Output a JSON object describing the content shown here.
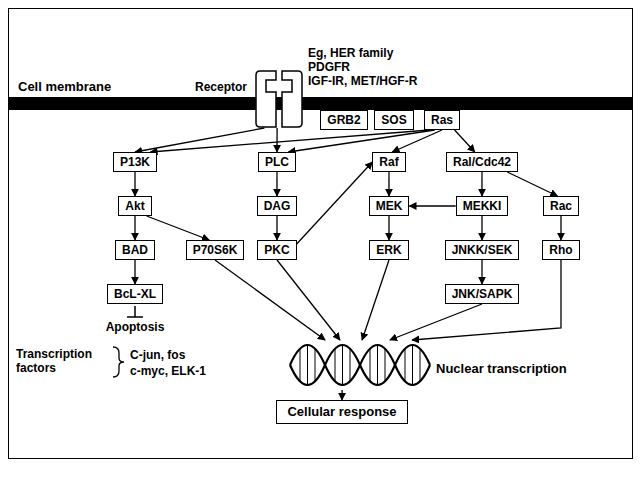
{
  "diagram": {
    "nodes": [
      {
        "text": [
          "Receptor"
        ]
      },
      {
        "text": [
          "GRB2"
        ]
      },
      {
        "text": [
          "SOS"
        ]
      },
      {
        "text": [
          "Ras"
        ]
      },
      {
        "text": [
          "P13K"
        ]
      },
      {
        "text": [
          "PLC"
        ]
      },
      {
        "text": [
          "Raf"
        ]
      },
      {
        "text": [
          "Ral/Cdc42"
        ]
      },
      {
        "text": [
          "Akt"
        ]
      },
      {
        "text": [
          "DAG"
        ]
      },
      {
        "text": [
          "MEK"
        ]
      },
      {
        "text": [
          "MEKKI"
        ]
      },
      {
        "text": [
          "Rac"
        ]
      },
      {
        "text": [
          "BAD"
        ]
      },
      {
        "text": [
          "P70S6K"
        ]
      },
      {
        "text": [
          "PKC"
        ]
      },
      {
        "text": [
          "ERK"
        ]
      },
      {
        "text": [
          "JNKK/SEK"
        ]
      },
      {
        "text": [
          "Rho"
        ]
      },
      {
        "text": [
          "BcL-XL"
        ]
      },
      {
        "text": [
          "JNK/SAPK"
        ]
      },
      {
        "text": [
          "Nuclear transcription"
        ]
      },
      {
        "text": [
          "Cellular response"
        ]
      }
    ],
    "edges": [
      {
        "from": 0,
        "to": 4,
        "arrow": "to"
      },
      {
        "from": 0,
        "to": 5,
        "arrow": "to"
      },
      {
        "from": 3,
        "to": 4,
        "arrow": "to"
      },
      {
        "from": 3,
        "to": 5,
        "arrow": "to"
      },
      {
        "from": 3,
        "to": 6,
        "arrow": "to"
      },
      {
        "from": 3,
        "to": 7,
        "arrow": "to"
      },
      {
        "from": 4,
        "to": 8,
        "arrow": "to"
      },
      {
        "from": 8,
        "to": 13,
        "arrow": "to"
      },
      {
        "from": 8,
        "to": 14,
        "arrow": "to"
      },
      {
        "from": 13,
        "to": 19,
        "arrow": "to"
      },
      {
        "from": 5,
        "to": 9,
        "arrow": "to"
      },
      {
        "from": 9,
        "to": 15,
        "arrow": "to"
      },
      {
        "from": 15,
        "to": 6,
        "arrow": "to"
      },
      {
        "from": 6,
        "to": 10,
        "arrow": "to"
      },
      {
        "from": 10,
        "to": 16,
        "arrow": "to"
      },
      {
        "from": 7,
        "to": 11,
        "arrow": "to"
      },
      {
        "from": 7,
        "to": 12,
        "arrow": "to"
      },
      {
        "from": 11,
        "to": 10,
        "arrow": "to"
      },
      {
        "from": 11,
        "to": 17,
        "arrow": "to"
      },
      {
        "from": 17,
        "to": 20,
        "arrow": "to"
      },
      {
        "from": 12,
        "to": 18,
        "arrow": "to"
      },
      {
        "from": 14,
        "to": 21,
        "arrow": "to"
      },
      {
        "from": 15,
        "to": 21,
        "arrow": "to"
      },
      {
        "from": 16,
        "to": 21,
        "arrow": "to"
      },
      {
        "from": 20,
        "to": 21,
        "arrow": "to"
      },
      {
        "from": 18,
        "to": 21,
        "arrow": "to"
      },
      {
        "from": 21,
        "to": 22,
        "arrow": "to"
      }
    ],
    "labels": [
      "Cell membrane",
      "Eg, HER family",
      "PDGFR",
      "IGF-IR, MET/HGF-R",
      "Apoptosis",
      "Transcription factors",
      "C-jun, fos",
      "c-myc, ELK-1"
    ]
  }
}
